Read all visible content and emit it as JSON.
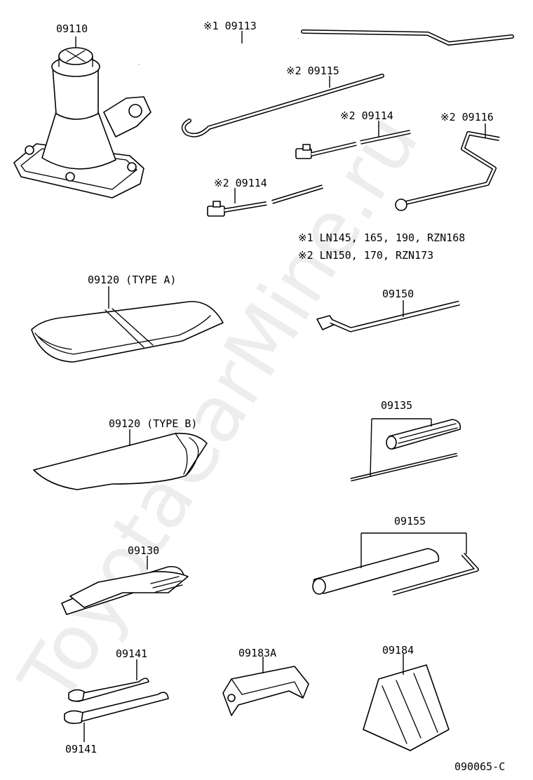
{
  "watermark": "ToyotaCarMine.ru",
  "parts": {
    "jack": "09110",
    "handle_1": "※1 09113",
    "handle_2": "※2 09115",
    "ext_a": "※2 09114",
    "ext_b": "※2 09114",
    "crank": "※2 09116",
    "bag_a": "09120 (TYPE  A)",
    "bag_b": "09120 (TYPE  B)",
    "wrench": "09150",
    "screwdriver": "09135",
    "box_wrench": "09155",
    "pliers": "09130",
    "spanner_top": "09141",
    "spanner_bottom": "09141",
    "hook": "09183A",
    "chock": "09184"
  },
  "notes": [
    "※1 LN145, 165, 190, RZN168",
    "※2 LN150, 170, RZN173"
  ],
  "code": "090065-C"
}
